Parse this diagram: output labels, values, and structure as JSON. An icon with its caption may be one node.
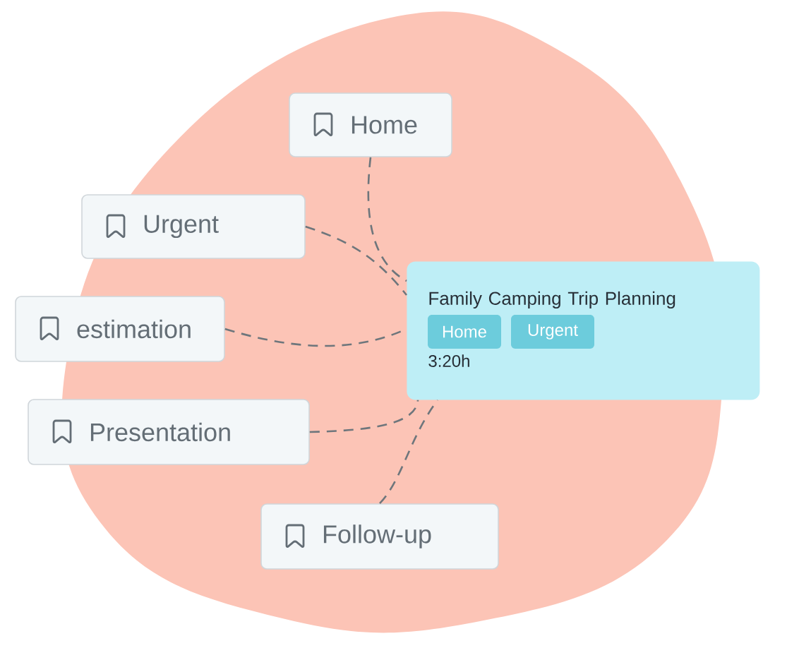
{
  "diagram": {
    "nodes": [
      {
        "text": [
          "Home"
        ]
      },
      {
        "text": [
          "Urgent"
        ]
      },
      {
        "text": [
          "estimation"
        ]
      },
      {
        "text": [
          "Presentation"
        ]
      },
      {
        "text": [
          "Follow-up"
        ]
      },
      {
        "text": [
          "Family Camping Trip Planning",
          "3:20h"
        ]
      },
      {
        "text": [
          "Home"
        ],
        "in": 5
      },
      {
        "text": [
          "Urgent"
        ],
        "in": 5
      }
    ],
    "edges": [
      {
        "from": 0,
        "to": 5,
        "arrow": "none",
        "style": "dashed"
      },
      {
        "from": 1,
        "to": 5,
        "arrow": "none",
        "style": "dashed"
      },
      {
        "from": 2,
        "to": 5,
        "arrow": "none",
        "style": "dashed"
      },
      {
        "from": 3,
        "to": 5,
        "arrow": "none",
        "style": "dashed"
      },
      {
        "from": 4,
        "to": 5,
        "arrow": "none",
        "style": "dashed"
      }
    ]
  }
}
